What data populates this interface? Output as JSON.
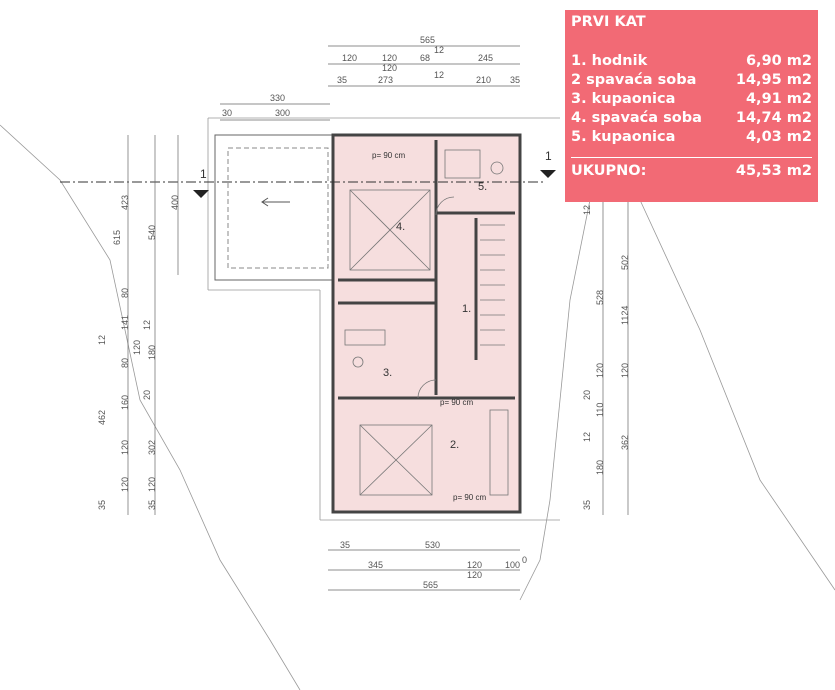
{
  "legend": {
    "title": "PRVI KAT",
    "rooms": [
      {
        "name": "1. hodnik",
        "area": "6,90 m2"
      },
      {
        "name": "2  spavaća soba",
        "area": "14,95 m2"
      },
      {
        "name": "3. kupaonica",
        "area": "4,91 m2"
      },
      {
        "name": "4. spavaća soba",
        "area": "14,74 m2"
      },
      {
        "name": "5. kupaonica",
        "area": "4,03 m2"
      }
    ],
    "total_label": "UKUPNO:",
    "total_area": "45,53 m2"
  },
  "rooms": {
    "r1": "1.",
    "r2": "2.",
    "r3": "3.",
    "r4": "4.",
    "r5": "5."
  },
  "door": "p= 90 cm",
  "section": "1",
  "dims": {
    "top": [
      "565",
      "120",
      "120",
      "120",
      "68",
      "12",
      "245",
      "35",
      "273",
      "12",
      "210",
      "35"
    ],
    "left": [
      "330",
      "30",
      "300",
      "400",
      "615",
      "423",
      "540",
      "80",
      "141",
      "12",
      "180",
      "120",
      "80",
      "12",
      "160",
      "20",
      "462",
      "120",
      "302",
      "120",
      "35",
      "120",
      "35"
    ],
    "right": [
      "12",
      "502",
      "528",
      "1124",
      "120",
      "120",
      "20",
      "110",
      "12",
      "362",
      "180",
      "35"
    ],
    "bottom": [
      "35",
      "530",
      "345",
      "120",
      "100",
      "0",
      "120",
      "565"
    ]
  }
}
